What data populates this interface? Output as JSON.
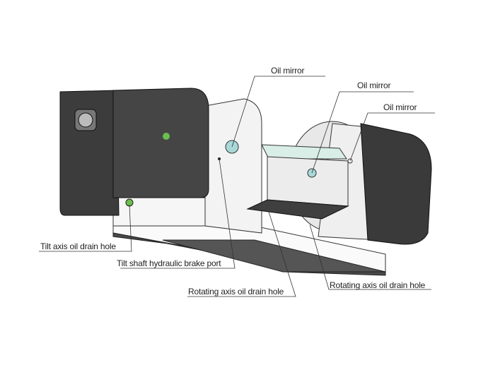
{
  "labels": {
    "oil_mirror_1": "Oil mirror",
    "oil_mirror_2": "Oil mirror",
    "oil_mirror_3": "Oil mirror",
    "tilt_axis_drain": "Tilt axis oil drain hole",
    "tilt_brake_port": "Tilt shaft hydraulic brake port",
    "rotating_drain_1": "Rotating axis oil drain hole",
    "rotating_drain_2": "Rotating axis oil drain hole"
  },
  "colors": {
    "motor": "#3a3a3a",
    "body": "#f2f2f2",
    "base": "#4a4a4a",
    "mirror": "#a8d8d8",
    "indicator": "#5cb85c"
  }
}
